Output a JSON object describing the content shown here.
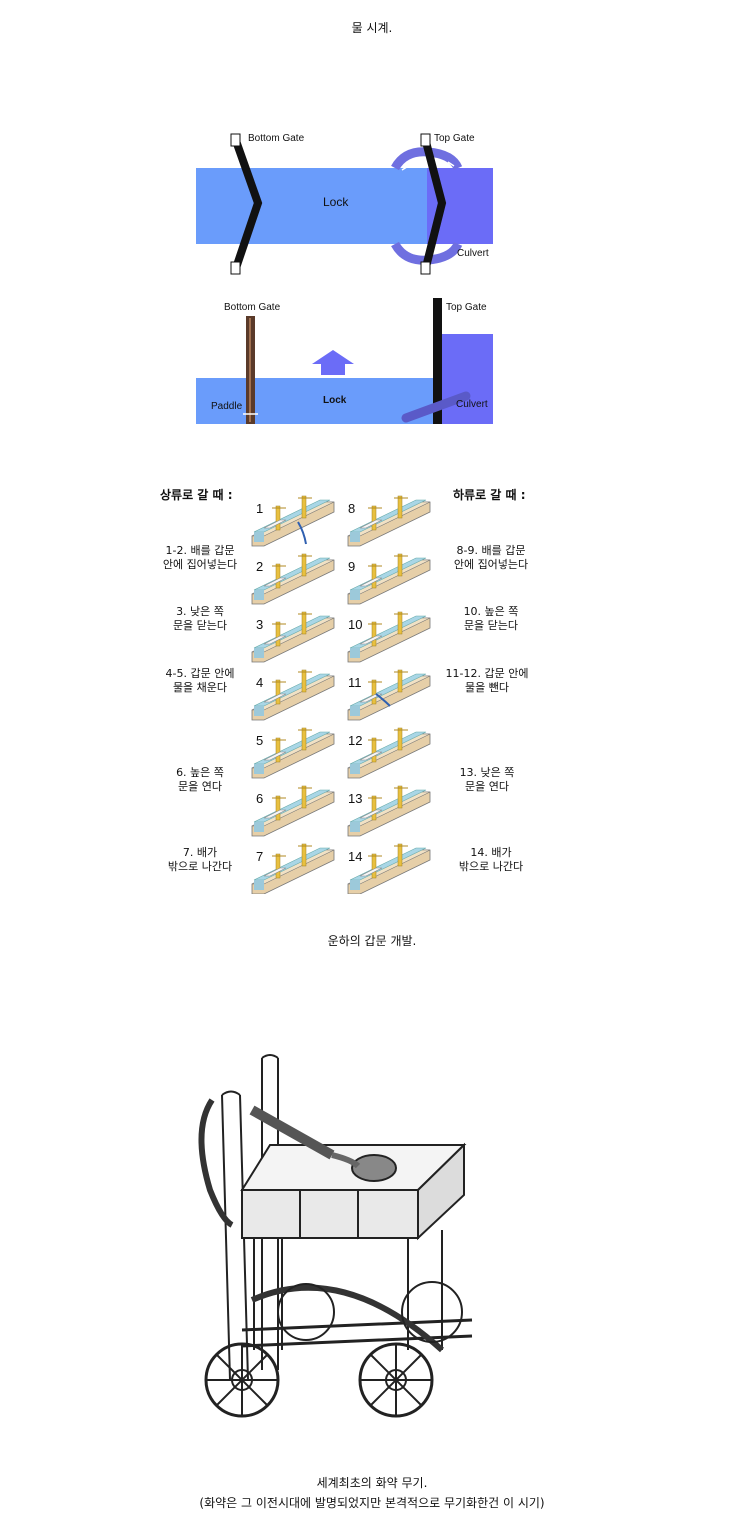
{
  "captions": {
    "water_clock": "물 시계.",
    "canal_lock": "운하의 갑문 개발.",
    "weapon_line1": "세계최초의 화약 무기.",
    "weapon_line2": "(화약은 그 이전시대에 발명되었지만 본격적으로 무기화한건 이 시기)"
  },
  "lock_top": {
    "bottom_gate": "Bottom Gate",
    "top_gate": "Top Gate",
    "lock": "Lock",
    "culvert": "Culvert"
  },
  "lock_side": {
    "bottom_gate": "Bottom Gate",
    "top_gate": "Top Gate",
    "lock": "Lock",
    "culvert": "Culvert",
    "paddle": "Paddle"
  },
  "steps": {
    "up_header": "상류로 갈 때 :",
    "down_header": "하류로 갈 때 :",
    "left_numbers": [
      "1",
      "2",
      "3",
      "4",
      "5",
      "6",
      "7"
    ],
    "right_numbers": [
      "8",
      "9",
      "10",
      "11",
      "12",
      "13",
      "14"
    ],
    "up": [
      {
        "l1": "1-2. 배를 갑문",
        "l2": "안에 집어넣는다"
      },
      {
        "l1": "3. 낮은 쪽",
        "l2": "문을 닫는다"
      },
      {
        "l1": "4-5. 갑문 안에",
        "l2": "물을 채운다"
      },
      {
        "l1": "6. 높은 쪽",
        "l2": "문을 연다"
      },
      {
        "l1": "7. 배가",
        "l2": "밖으로 나간다"
      }
    ],
    "down": [
      {
        "l1": "8-9. 배를 갑문",
        "l2": "안에 집어넣는다"
      },
      {
        "l1": "10. 높은 쪽",
        "l2": "문을 닫는다"
      },
      {
        "l1": "11-12. 갑문 안에",
        "l2": "물을 뺀다"
      },
      {
        "l1": "13. 낮은 쪽",
        "l2": "문을 연다"
      },
      {
        "l1": "14. 배가",
        "l2": "밖으로 나간다"
      }
    ]
  },
  "colors": {
    "water": "#6a9cfb",
    "water_dark": "#6b6cf7",
    "culvert": "#6f6fe0",
    "gate": "#111111",
    "paddle": "#5a3a2a",
    "step_water": "#a9d6e6",
    "step_gate": "#e8c040",
    "step_ground": "#e6cfa8"
  },
  "icons": [
    "up-arrow-icon"
  ]
}
